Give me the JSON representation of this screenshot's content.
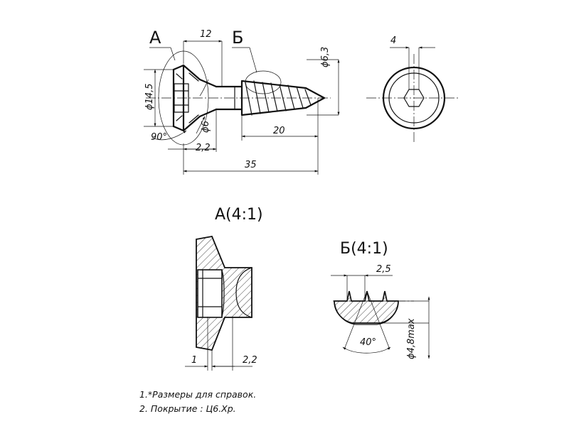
{
  "callouts": {
    "a": "А",
    "b": "Б"
  },
  "views": {
    "detail_a_title": "А(4:1)",
    "detail_b_title": "Б(4:1)"
  },
  "main_view_dims": {
    "head_gap": "12",
    "thread_dia": "ϕ6,3",
    "head_dia": "ϕ14,5",
    "shank_dia": "ϕ6",
    "head_angle": "90°",
    "head_offset": "2,2",
    "thread_length": "20",
    "total_length": "35"
  },
  "end_view_dims": {
    "width": "4"
  },
  "detail_a_dims": {
    "left": "1",
    "right": "2,2"
  },
  "detail_b_dims": {
    "pitch": "2,5",
    "angle": "40°",
    "max_dia": "ϕ4,8max"
  },
  "notes": [
    "1.*Размеры для справок.",
    "2. Покрытие : Ц6.Хр."
  ]
}
